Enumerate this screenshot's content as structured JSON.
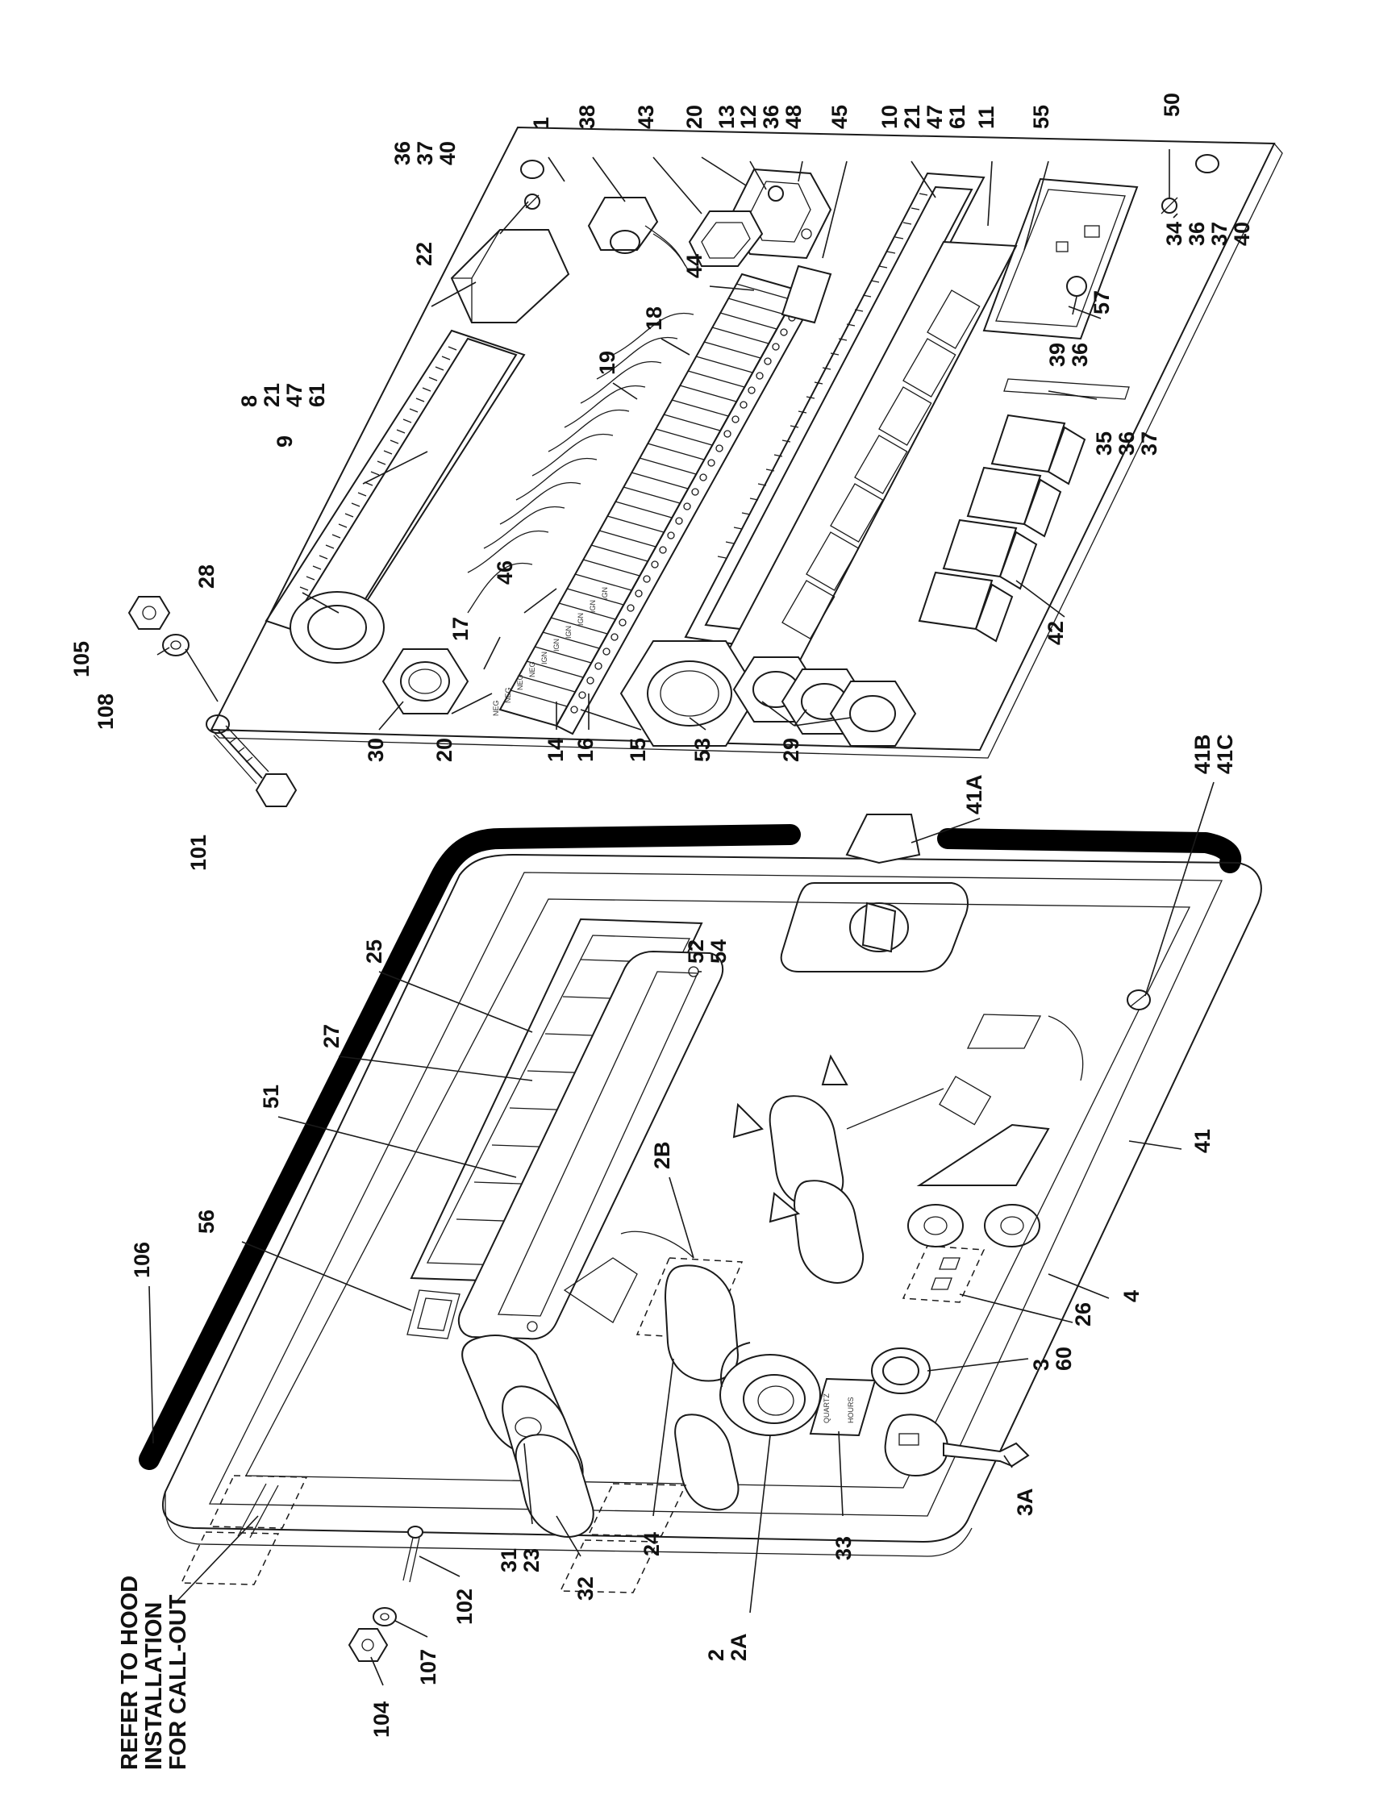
{
  "note": {
    "lines": [
      "REFER TO HOOD",
      "INSTALLATION",
      "FOR CALL-OUT"
    ]
  },
  "callouts": [
    {
      "id": "c1",
      "lines": [
        "1"
      ]
    },
    {
      "id": "c38",
      "lines": [
        "38"
      ]
    },
    {
      "id": "c43",
      "lines": [
        "43"
      ]
    },
    {
      "id": "c20a",
      "lines": [
        "20"
      ]
    },
    {
      "id": "c13",
      "lines": [
        "13"
      ]
    },
    {
      "id": "c12",
      "lines": [
        "12"
      ]
    },
    {
      "id": "c36_48",
      "lines": [
        "36",
        "48"
      ]
    },
    {
      "id": "c45",
      "lines": [
        "45"
      ]
    },
    {
      "id": "c10",
      "lines": [
        "10",
        "21",
        "47",
        "61"
      ]
    },
    {
      "id": "c11",
      "lines": [
        "11"
      ]
    },
    {
      "id": "c55",
      "lines": [
        "55"
      ]
    },
    {
      "id": "c50",
      "lines": [
        "50"
      ]
    },
    {
      "id": "c36_37_40a",
      "lines": [
        "36",
        "37",
        "40"
      ]
    },
    {
      "id": "c22",
      "lines": [
        "22"
      ]
    },
    {
      "id": "c8",
      "lines": [
        "8",
        "21",
        "47",
        "61"
      ]
    },
    {
      "id": "c9",
      "lines": [
        "9"
      ]
    },
    {
      "id": "c28",
      "lines": [
        "28"
      ]
    },
    {
      "id": "c105",
      "lines": [
        "105"
      ]
    },
    {
      "id": "c108",
      "lines": [
        "108"
      ]
    },
    {
      "id": "c101",
      "lines": [
        "101"
      ]
    },
    {
      "id": "c30",
      "lines": [
        "30"
      ]
    },
    {
      "id": "c20b",
      "lines": [
        "20"
      ]
    },
    {
      "id": "c17",
      "lines": [
        "17"
      ]
    },
    {
      "id": "c46",
      "lines": [
        "46"
      ]
    },
    {
      "id": "c14",
      "lines": [
        "14"
      ]
    },
    {
      "id": "c16",
      "lines": [
        "16"
      ]
    },
    {
      "id": "c15",
      "lines": [
        "15"
      ]
    },
    {
      "id": "c53",
      "lines": [
        "53"
      ]
    },
    {
      "id": "c29",
      "lines": [
        "29"
      ]
    },
    {
      "id": "c18",
      "lines": [
        "18"
      ]
    },
    {
      "id": "c19",
      "lines": [
        "19"
      ]
    },
    {
      "id": "c44",
      "lines": [
        "44"
      ]
    },
    {
      "id": "c34",
      "lines": [
        "34",
        "36",
        "37",
        "40"
      ]
    },
    {
      "id": "c57",
      "lines": [
        "57"
      ]
    },
    {
      "id": "c39",
      "lines": [
        "39",
        "36"
      ]
    },
    {
      "id": "c35",
      "lines": [
        "35",
        "36",
        "37"
      ]
    },
    {
      "id": "c42",
      "lines": [
        "42"
      ]
    },
    {
      "id": "c41A",
      "lines": [
        "41A"
      ]
    },
    {
      "id": "c41B",
      "lines": [
        "41B",
        "41C"
      ]
    },
    {
      "id": "c25",
      "lines": [
        "25"
      ]
    },
    {
      "id": "c52",
      "lines": [
        "52",
        "54"
      ]
    },
    {
      "id": "c27",
      "lines": [
        "27"
      ]
    },
    {
      "id": "c51",
      "lines": [
        "51"
      ]
    },
    {
      "id": "c56",
      "lines": [
        "56"
      ]
    },
    {
      "id": "c2B",
      "lines": [
        "2B"
      ]
    },
    {
      "id": "c106",
      "lines": [
        "106"
      ]
    },
    {
      "id": "c41",
      "lines": [
        "41"
      ]
    },
    {
      "id": "c4",
      "lines": [
        "4"
      ]
    },
    {
      "id": "c26",
      "lines": [
        "26"
      ]
    },
    {
      "id": "c3_60",
      "lines": [
        "3",
        "60"
      ]
    },
    {
      "id": "c3A",
      "lines": [
        "3A"
      ]
    },
    {
      "id": "c33",
      "lines": [
        "33"
      ]
    },
    {
      "id": "c24",
      "lines": [
        "24"
      ]
    },
    {
      "id": "c31_23",
      "lines": [
        "31",
        "23"
      ]
    },
    {
      "id": "c32",
      "lines": [
        "32"
      ]
    },
    {
      "id": "c2_2A",
      "lines": [
        "2",
        "2A"
      ]
    },
    {
      "id": "c102",
      "lines": [
        "102"
      ]
    },
    {
      "id": "c107",
      "lines": [
        "107"
      ]
    },
    {
      "id": "c104",
      "lines": [
        "104"
      ]
    }
  ],
  "labels": {
    "terminal_tags": [
      "NEG",
      "NEG",
      "NEG",
      "NEG",
      "IGN",
      "IGN",
      "IGN",
      "IGN",
      "IGN",
      "IGN"
    ],
    "hourmeter": [
      "QUARTZ",
      "HOURS"
    ]
  }
}
